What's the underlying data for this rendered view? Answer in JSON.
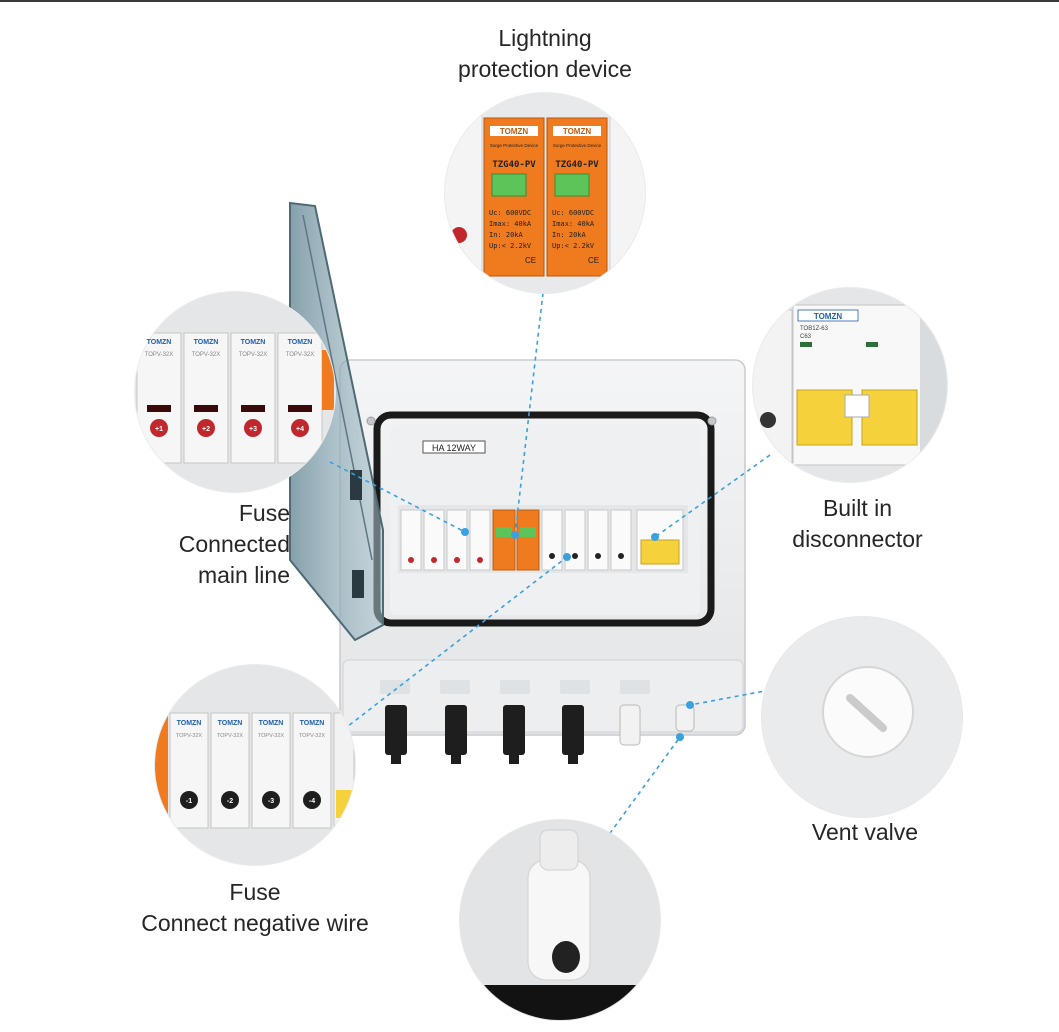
{
  "labels": {
    "lightning_line1": "Lightning",
    "lightning_line2": "protection device",
    "fuse_main_line1": "Fuse",
    "fuse_main_line2": "Connected",
    "fuse_main_line3": "main line",
    "builtin_line1": "Built in",
    "builtin_line2": "disconnector",
    "vent": "Vent valve",
    "fuse_neg_line1": "Fuse",
    "fuse_neg_line2": "Connect negative wire"
  },
  "box": {
    "model_label": "HA 12WAY"
  },
  "spd": {
    "brand": "TOMZN",
    "subtitle": "Surge Protective Device",
    "model": "TZG40-PV",
    "uc": "Uc: 600VDC",
    "imax": "Imax: 40kA",
    "in": "In: 20kA",
    "up": "Up:< 2.2kV",
    "ce": "CE"
  },
  "fuse_holders": {
    "brand": "TOMZN",
    "model": "TOPV-32X",
    "positive_marks": [
      "+1",
      "+2",
      "+3",
      "+4"
    ],
    "negative_marks": [
      "-1",
      "-2",
      "-3",
      "-4"
    ]
  },
  "disconnector": {
    "brand": "TOMZN",
    "model": "TOB1Z-63",
    "rating": "C63"
  },
  "colors": {
    "spd_orange": "#f07a1e",
    "dashed_line": "#3aa0e0",
    "breaker_yellow": "#f5d23c",
    "gasket_black": "#1a1a1a",
    "door_tint": "#8aa6b3"
  }
}
